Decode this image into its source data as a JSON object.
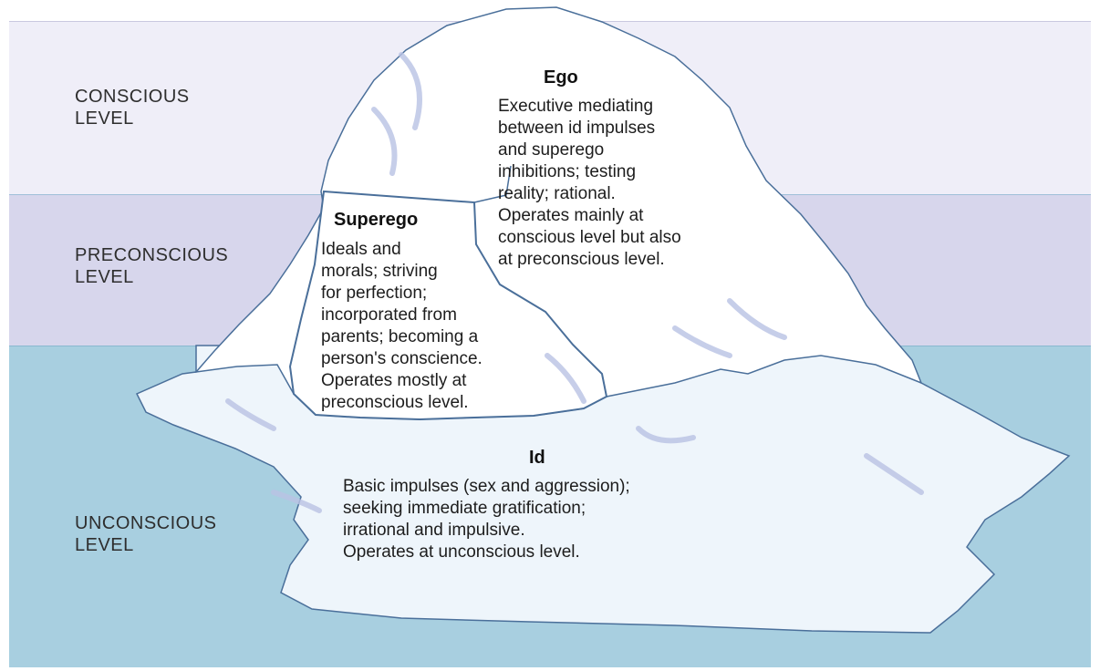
{
  "levels": {
    "conscious": "CONSCIOUS\nLEVEL",
    "preconscious": "PRECONSCIOUS\nLEVEL",
    "unconscious": "UNCONSCIOUS\nLEVEL"
  },
  "ego": {
    "title": "Ego",
    "description": "Executive mediating\nbetween id impulses\nand superego\ninhibitions; testing\nreality; rational.\nOperates mainly at\nconscious level but also\nat preconscious level."
  },
  "superego": {
    "title": "Superego",
    "description": "Ideals and\nmorals; striving\nfor perfection;\nincorporated from\nparents; becoming a\nperson's conscience.\nOperates mostly at\npreconscious level."
  },
  "id": {
    "title": "Id",
    "description": "Basic impulses (sex and aggression);\nseeking immediate gratification;\nirrational and impulsive.\nOperates at unconscious level."
  },
  "colors": {
    "conscious_band": "#efeef8",
    "preconscious_band": "#d7d6ec",
    "unconscious_band": "#a8cfe0",
    "ice": "#ffffff",
    "ice_underwater": "#eaf3fa",
    "outline": "#4a5f8a"
  }
}
